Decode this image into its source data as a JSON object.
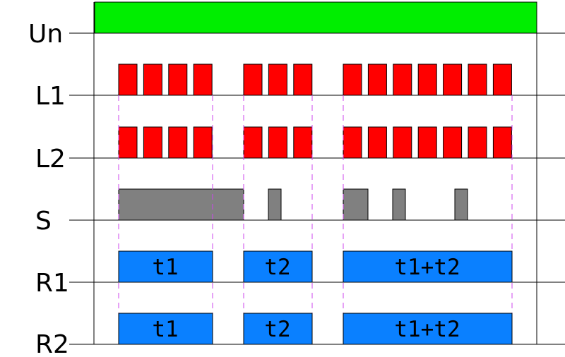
{
  "rows": [
    {
      "id": "Un",
      "label": "Un"
    },
    {
      "id": "L1",
      "label": "L1"
    },
    {
      "id": "L2",
      "label": "L2"
    },
    {
      "id": "S",
      "label": "S"
    },
    {
      "id": "R1",
      "label": "R1"
    },
    {
      "id": "R2",
      "label": "R2"
    }
  ],
  "relay_intervals": [
    {
      "label": "t1"
    },
    {
      "label": "t2"
    },
    {
      "label": "t1+t2"
    }
  ],
  "pulse_groups": [
    {
      "count": 4
    },
    {
      "count": 3
    },
    {
      "count": 7
    }
  ],
  "colors": {
    "supply": "#00ee00",
    "lamp_pulse": "#ff0000",
    "switch_signal": "#808080",
    "relay": "#0a80ff",
    "guide_line": "#cc44ee",
    "line": "#000000"
  }
}
